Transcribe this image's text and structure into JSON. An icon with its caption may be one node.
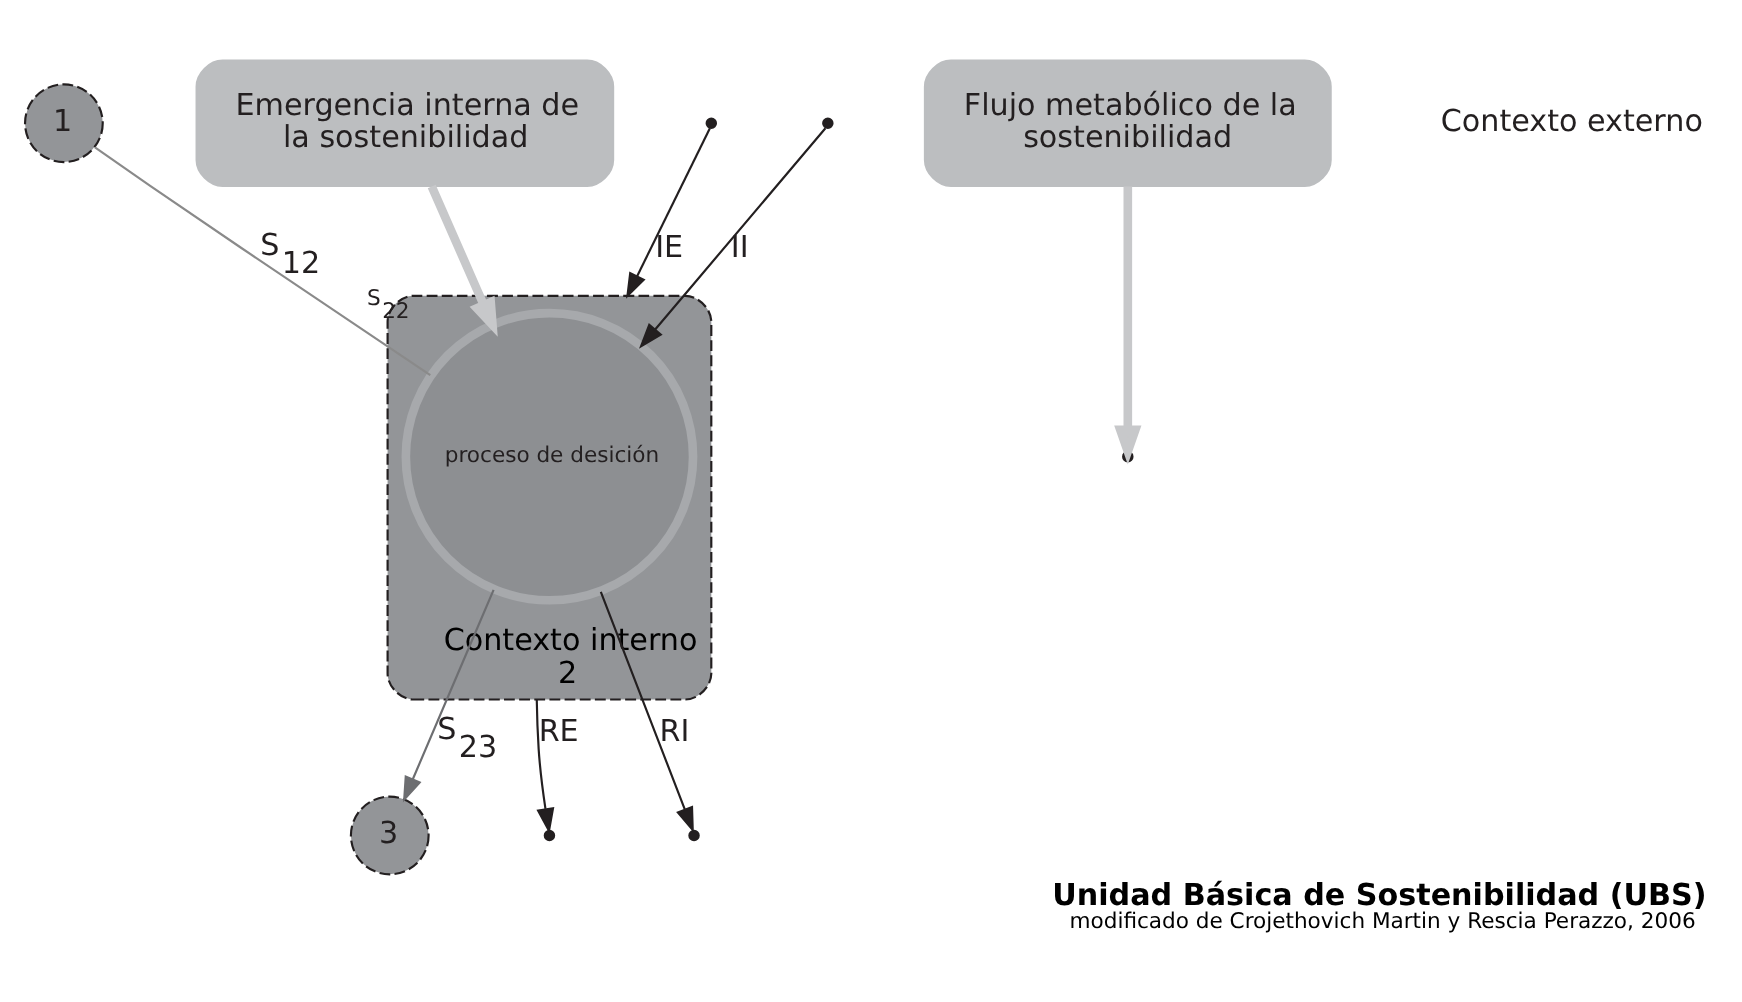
{
  "diagram": {
    "title": "Unidad Básica de Sostenibilidad (UBS)",
    "caption": "modificado de Crojethovich Martin y Rescia Perazzo, 2006",
    "nodes": [
      {
        "text": [
          "1"
        ]
      },
      {
        "text": [
          "Contexto interno",
          "2"
        ]
      },
      {
        "text": [
          "proceso de desición"
        ],
        "in": 1,
        "beside": [
          "S$_{22}$"
        ]
      },
      {
        "text": [
          "3"
        ]
      },
      {
        "text": [
          "Emergencia interna de la sostenibilidad"
        ]
      },
      {
        "text": [
          "Flujo metabólico de la sostenibilidad"
        ]
      }
    ],
    "edges": [
      {
        "from": 0,
        "to": 2,
        "arrow": "none",
        "label": "S$_{12}$",
        "color": "#8a8a8a"
      },
      {
        "from": 2,
        "to": 3,
        "arrow": "to",
        "label": "S$_{23}$",
        "color": "#6d6e71"
      },
      {
        "from": null,
        "to": 1,
        "arrow": "to",
        "label": "IE"
      },
      {
        "from": 1,
        "to": null,
        "arrow": "to",
        "label": "RE"
      },
      {
        "from": null,
        "to": 2,
        "arrow": "to",
        "label": "II"
      },
      {
        "from": 2,
        "to": null,
        "arrow": "to",
        "label": "RI"
      },
      {
        "from": 4,
        "to": 2,
        "arrow": "to",
        "style": "thick",
        "color": "#c7c8ca"
      },
      {
        "from": 5,
        "to": null,
        "arrow": "to",
        "style": "thick",
        "color": "#c7c8ca"
      }
    ],
    "labels": [
      "Contexto externo"
    ]
  }
}
